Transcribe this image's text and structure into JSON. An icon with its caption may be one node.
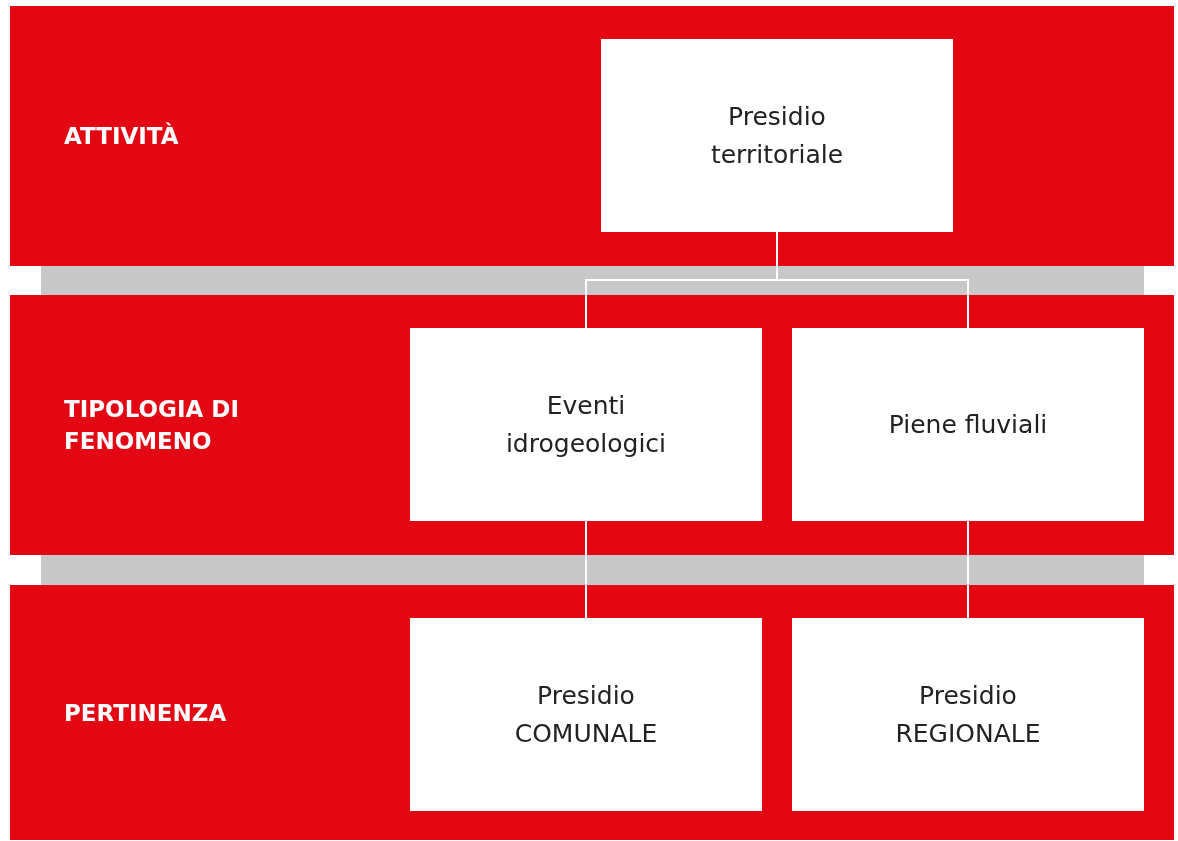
{
  "diagram": {
    "nodes": [
      {
        "text": [
          "ATTIVITÀ"
        ]
      },
      {
        "text": [
          "Presidio territoriale"
        ],
        "in": 0
      },
      {
        "text": [
          "TIPOLOGIA DI FENOMENO"
        ]
      },
      {
        "text": [
          "Eventi idrogeologici"
        ],
        "in": 2
      },
      {
        "text": [
          "Piene fluviali"
        ],
        "in": 2
      },
      {
        "text": [
          "PERTINENZA"
        ]
      },
      {
        "text": [
          "Presidio COMUNALE"
        ],
        "in": 5
      },
      {
        "text": [
          "Presidio REGIONALE"
        ],
        "in": 5
      }
    ],
    "edges": [
      {
        "from": 1,
        "to": 3,
        "arrow": "none"
      },
      {
        "from": 1,
        "to": 4,
        "arrow": "none"
      },
      {
        "from": 3,
        "to": 6,
        "arrow": "none"
      },
      {
        "from": 4,
        "to": 7,
        "arrow": "none"
      }
    ]
  }
}
